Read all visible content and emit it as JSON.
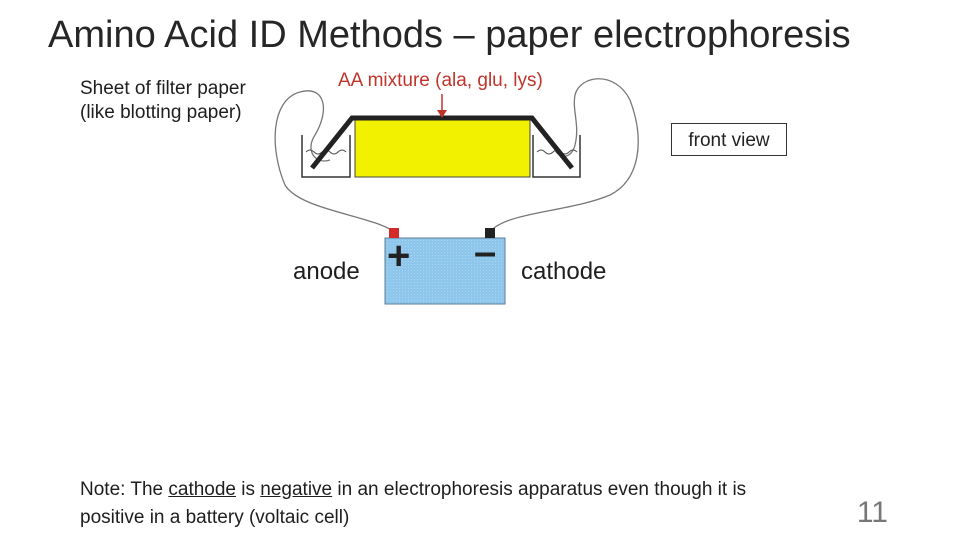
{
  "slide": {
    "title": "Amino Acid ID Methods – paper electrophoresis",
    "page_number": "11"
  },
  "diagram": {
    "paper_label_line1": "Sheet of filter paper",
    "paper_label_line2": "(like blotting paper)",
    "mixture_label": "AA mixture (ala, glu, lys)",
    "view_label": "front view",
    "anode_label": "anode",
    "cathode_label": "cathode",
    "plus_sign": "+",
    "minus_sign": "–",
    "colors": {
      "paper": "#f2f200",
      "battery": "#8fc6ec",
      "positive_terminal": "#d42a2a",
      "negative_terminal": "#222222",
      "mixture_arrow": "#c0342a"
    }
  },
  "note": {
    "part1": "Note: The ",
    "cathode_word": "cathode",
    "part2": " is ",
    "negative_word": "negative",
    "part3": " in an electrophoresis apparatus even though it is positive in a battery (voltaic cell)"
  }
}
